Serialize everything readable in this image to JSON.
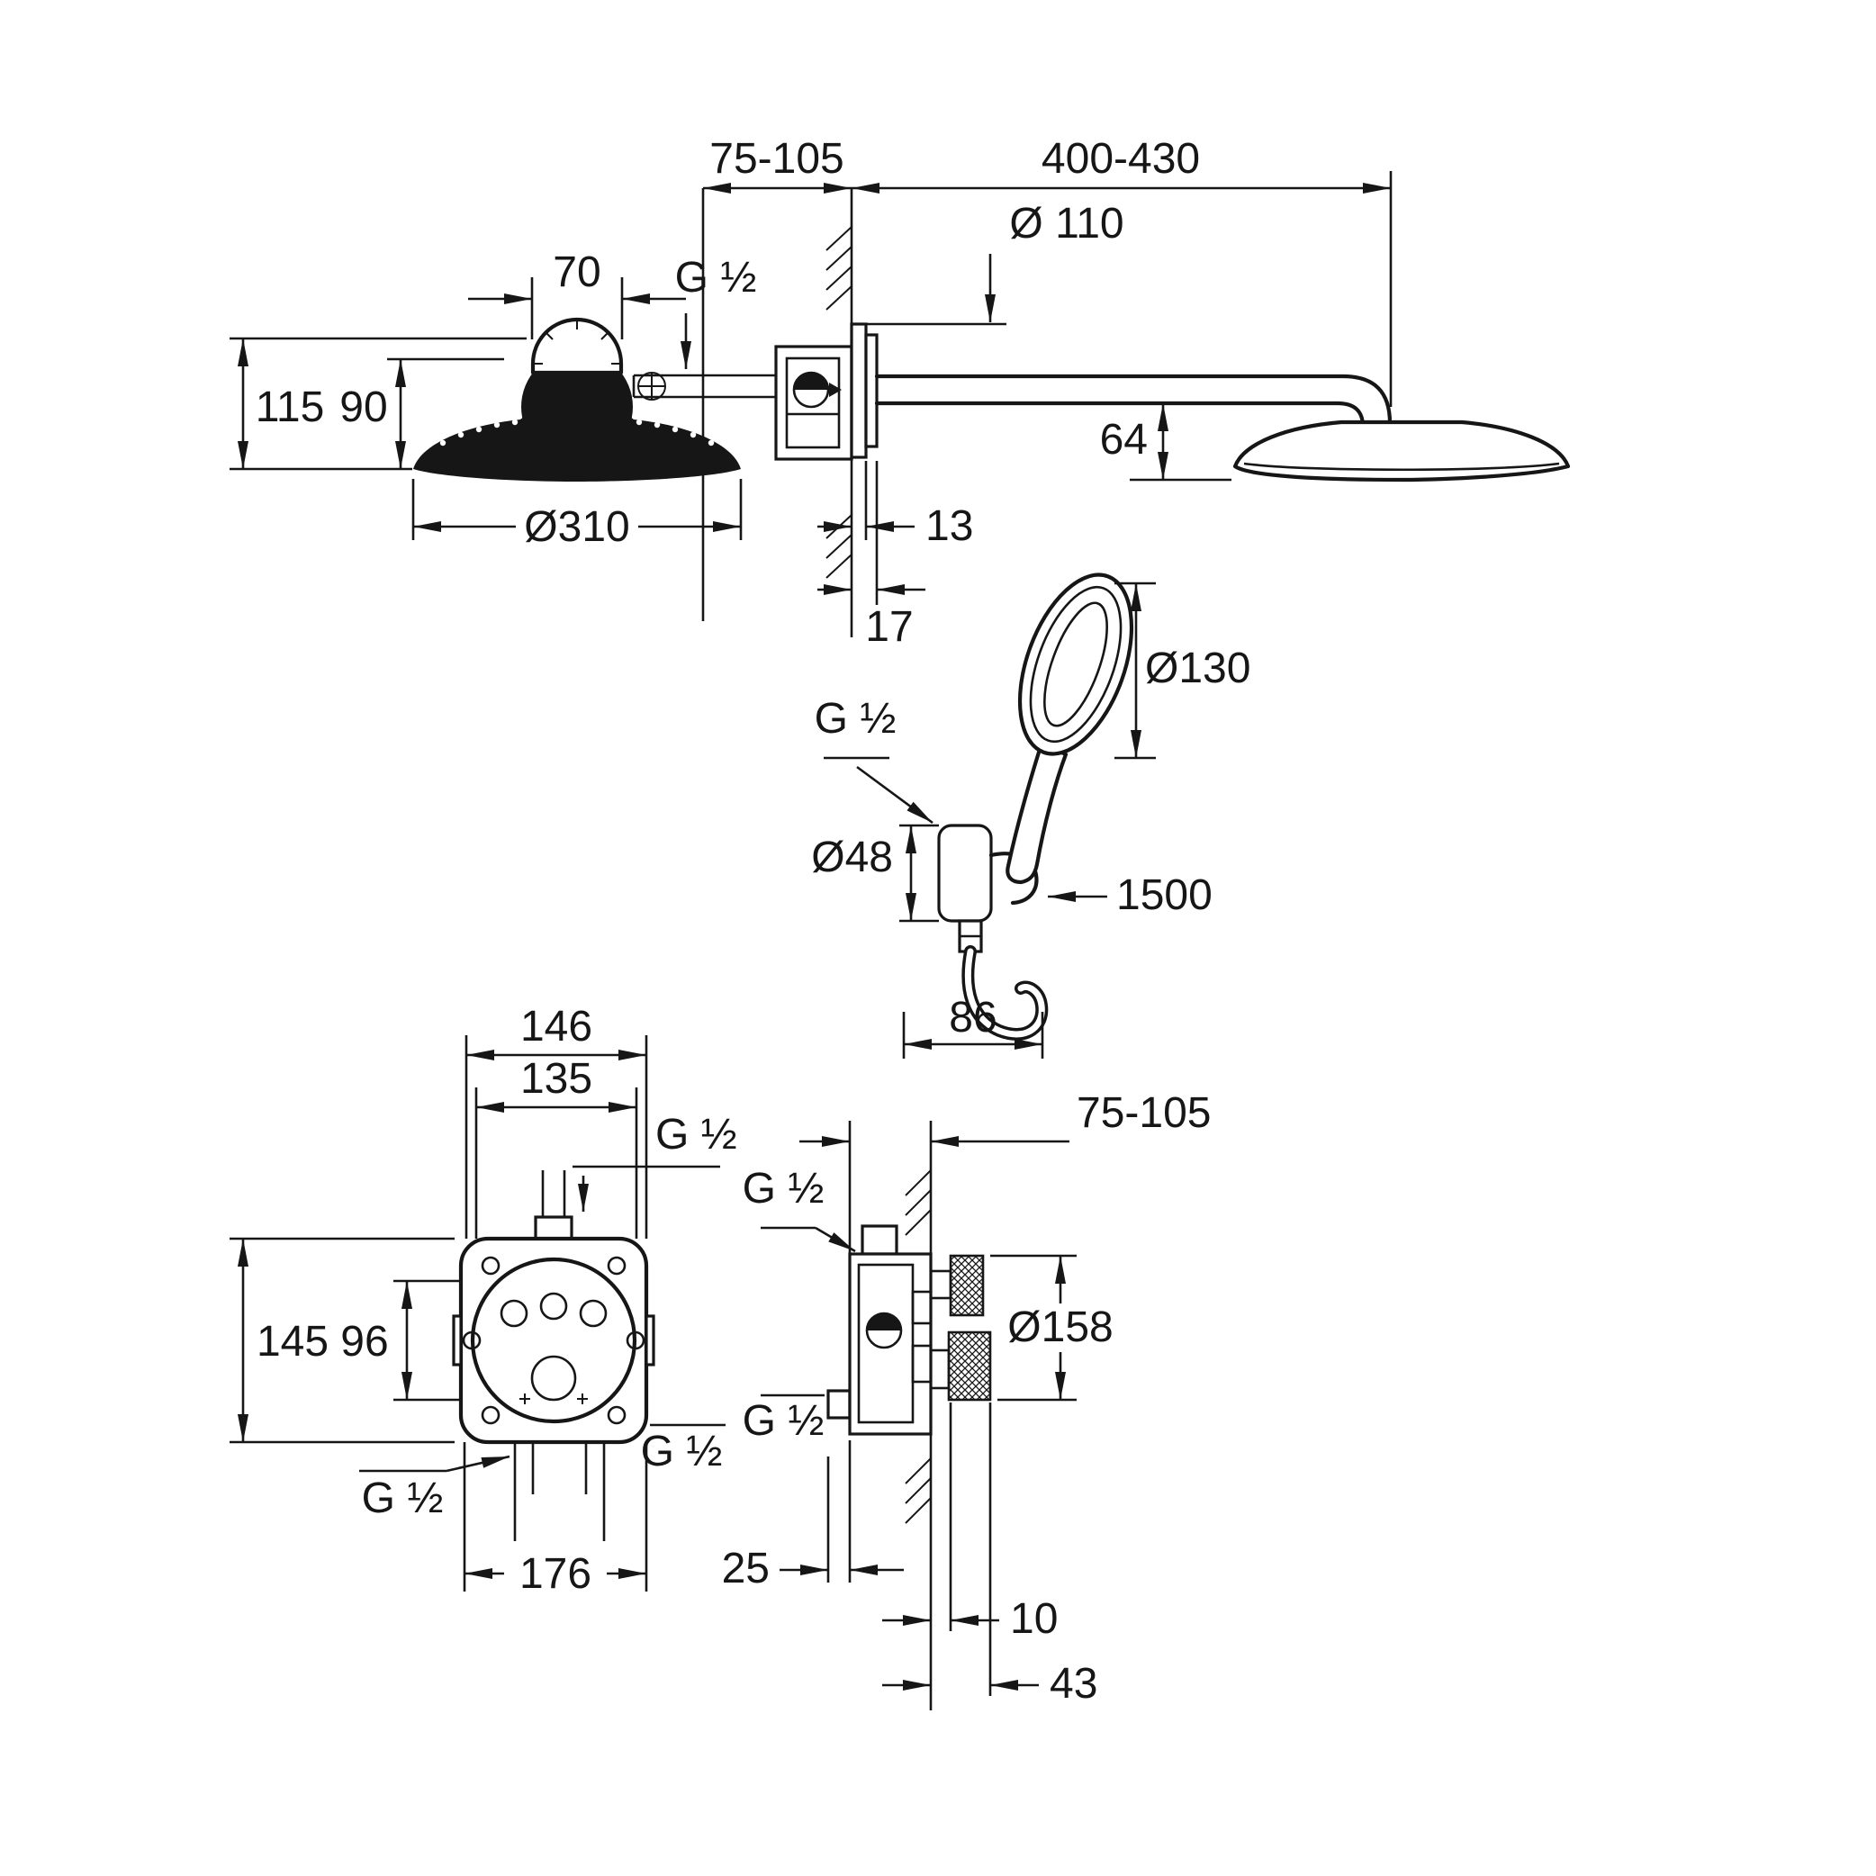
{
  "page": {
    "background": "#ffffff",
    "line_color": "#161616",
    "kind": "shower-system-installation-dimension-drawing"
  },
  "views": {
    "overhead_front": {
      "title": "overhead-shower-front-view",
      "dim_connector_width": "70",
      "dim_height_total": "115",
      "dim_height_body": "90",
      "dim_head_diameter": "Ø310"
    },
    "overhead_side": {
      "title": "overhead-shower-arm-side-view",
      "dim_mounting_depth": "75-105",
      "dim_arm_length": "400-430",
      "dim_escutcheon_diameter": "Ø 110",
      "thread_arm": "G ½",
      "dim_head_height": "64",
      "dim_trim_gap": "13",
      "dim_trim_depth": "17"
    },
    "hand_shower": {
      "title": "hand-shower-with-holder",
      "dim_spray_diameter": "Ø130",
      "thread_holder": "G ½",
      "dim_holder_diameter": "Ø48",
      "dim_hose_length": "1500",
      "dim_holder_offset": "86"
    },
    "valve_front": {
      "title": "concealed-valve-front-view",
      "dim_box_width_outer": "146",
      "dim_box_width_inner": "135",
      "thread_top": "G ½",
      "dim_box_height_outer": "145",
      "dim_box_height_inner": "96",
      "thread_right": "G ½",
      "thread_bottom": "G ½",
      "dim_plate_width": "176"
    },
    "valve_side": {
      "title": "concealed-valve-side-view",
      "dim_mounting_depth": "75-105",
      "thread_inlet_top": "G ½",
      "dim_plate_diameter": "Ø158",
      "thread_inlet_bottom": "G ½",
      "dim_body_depth": "25",
      "dim_trim_gap": "10",
      "dim_trim_depth": "43"
    }
  }
}
